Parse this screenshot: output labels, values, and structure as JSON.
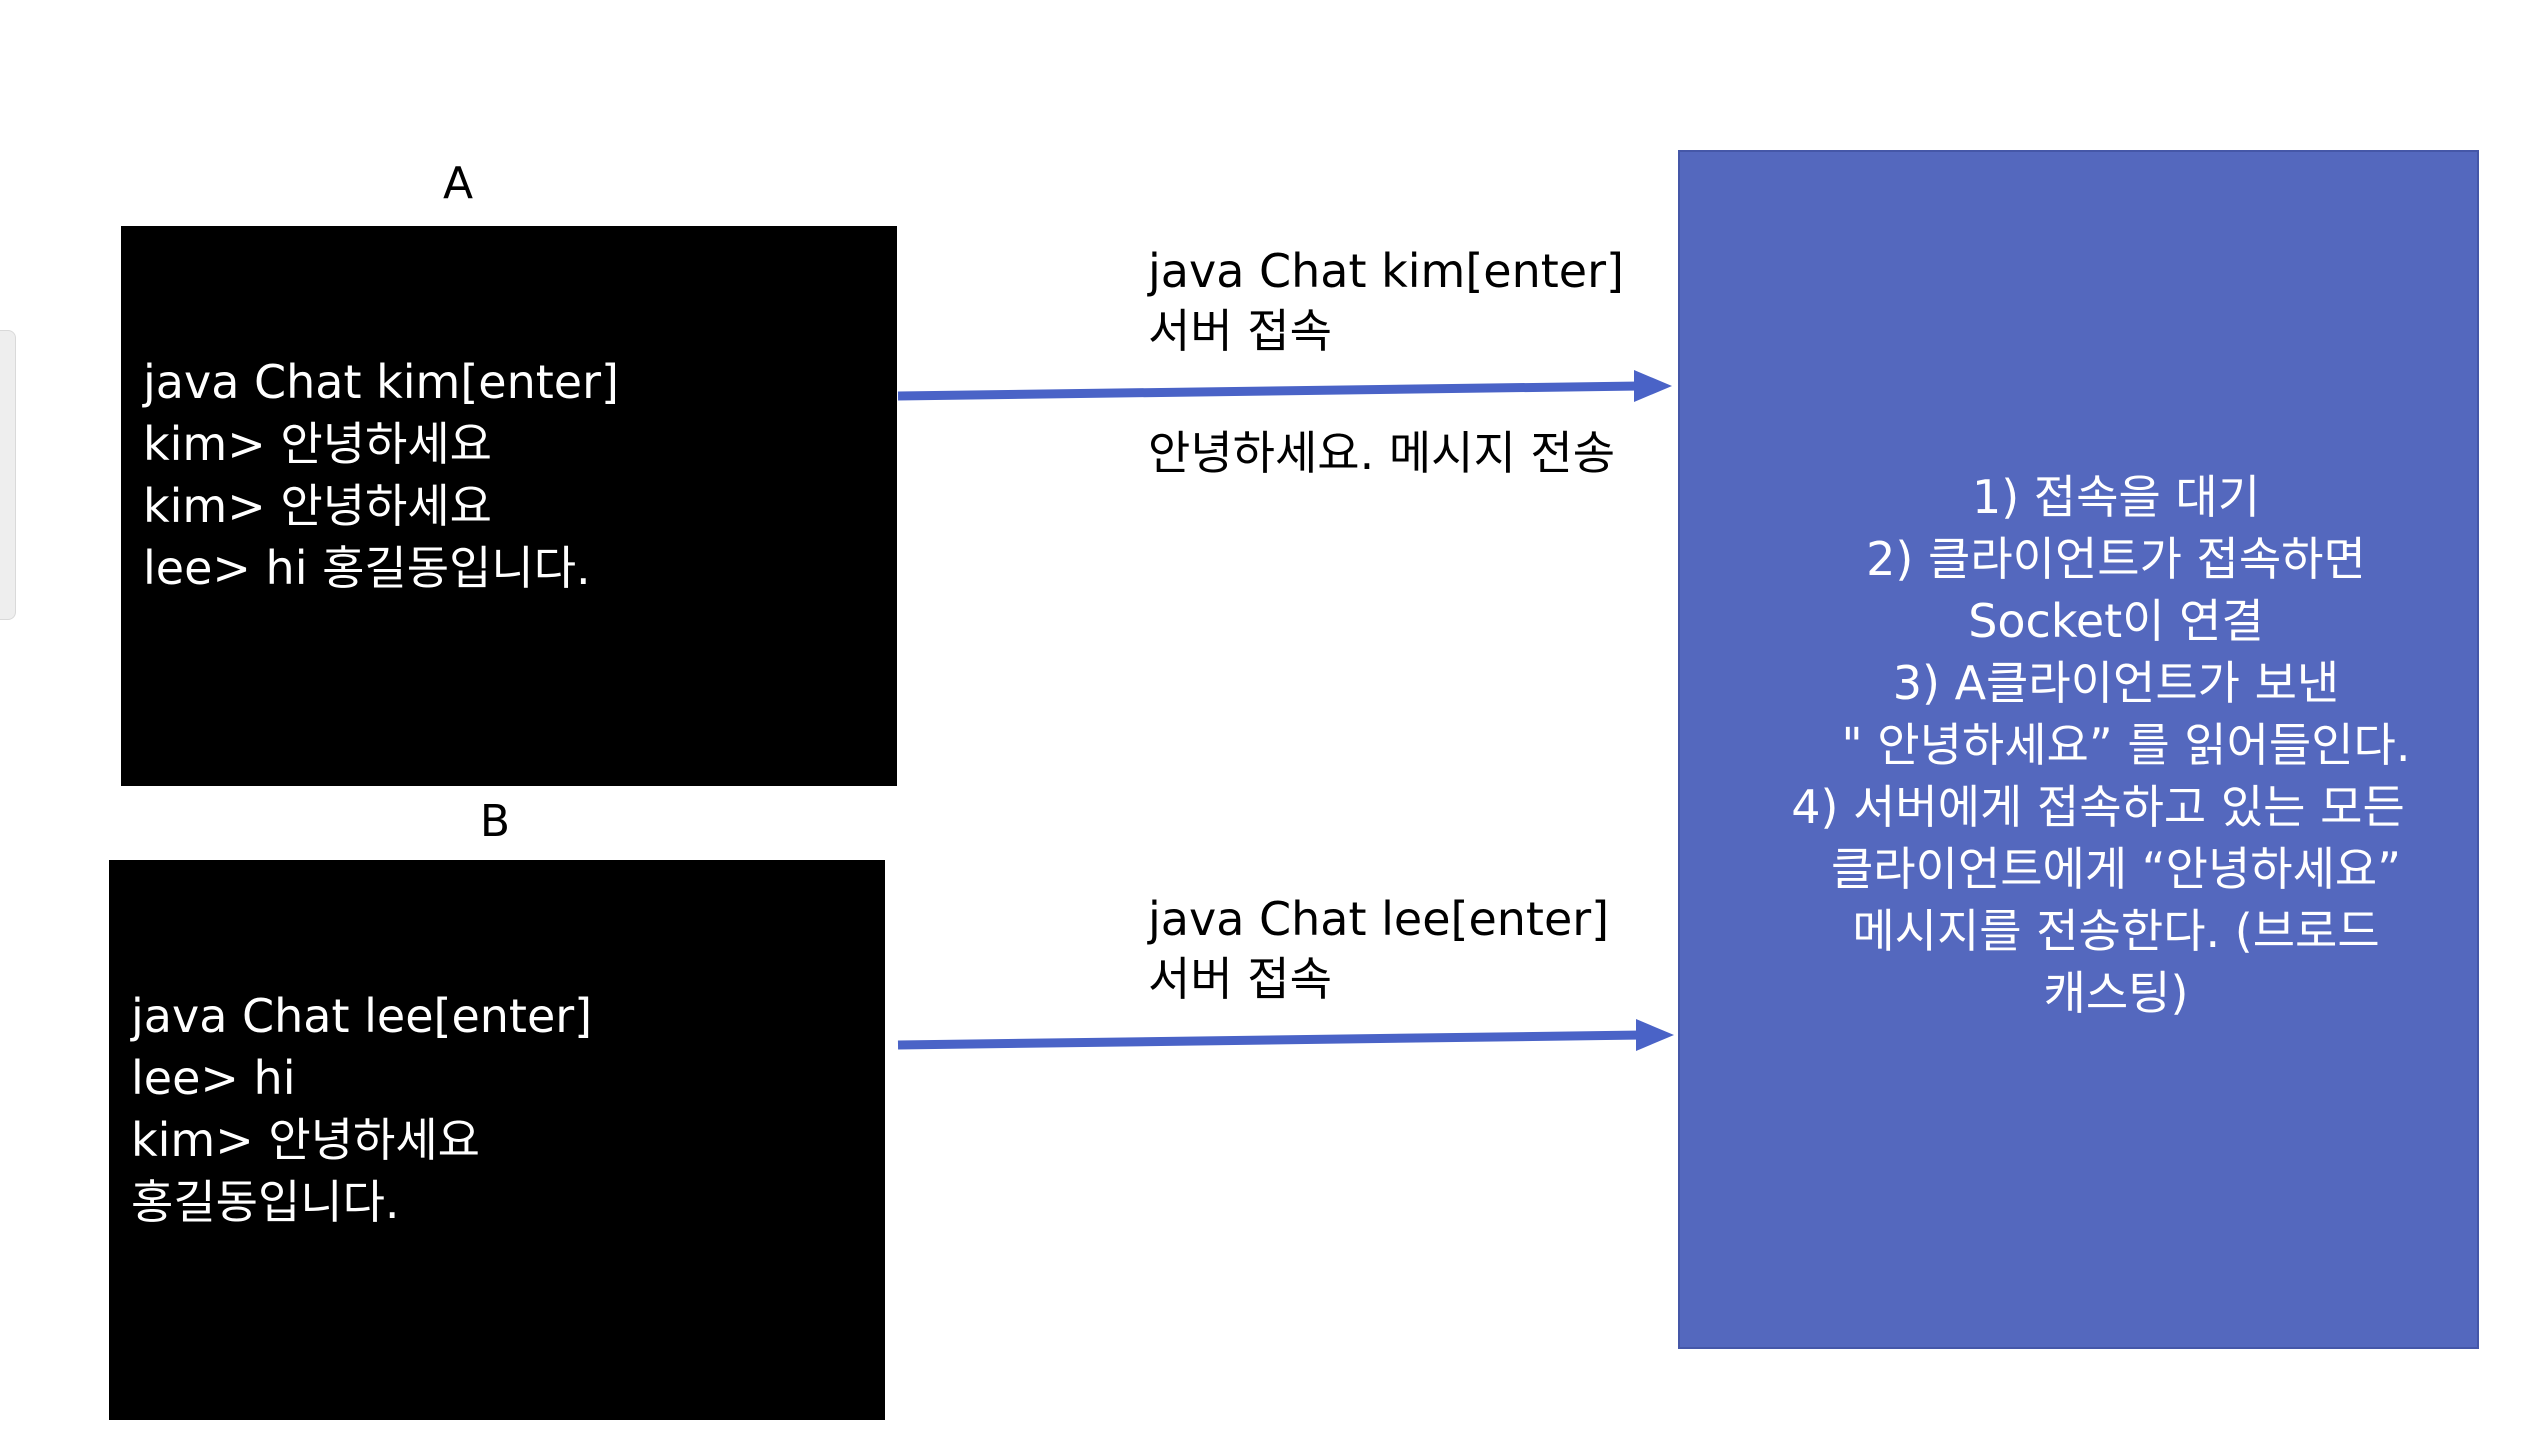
{
  "panels": {
    "a": {
      "label": "A",
      "lines": [
        "java Chat kim[enter]",
        "kim> 안녕하세요",
        "kim> 안녕하세요",
        "lee> hi 홍길동입니다."
      ]
    },
    "b": {
      "label": "B",
      "lines": [
        "java Chat lee[enter]",
        "lee> hi",
        "kim> 안녕하세요",
        "홍길동입니다."
      ]
    }
  },
  "arrows": {
    "top": {
      "line1": "java Chat kim[enter]",
      "line2": "서버 접속",
      "line3": "안녕하세요. 메시지 전송"
    },
    "bottom": {
      "line1": "java Chat lee[enter]",
      "line2": "서버 접속"
    },
    "color": "#4a63c7"
  },
  "server": {
    "lines": [
      "1)   접속을 대기",
      "2)   클라이언트가 접속하면",
      "Socket이 연결",
      "3)   A클라이언트가 보낸",
      "\" 안녕하세요” 를 읽어들인다.",
      "4)   서버에게 접속하고 있는 모든",
      "클라이언트에게 “안녕하세요”",
      "메시지를 전송한다. (브로드",
      "캐스팅)"
    ],
    "fill_color": "#5468be"
  }
}
